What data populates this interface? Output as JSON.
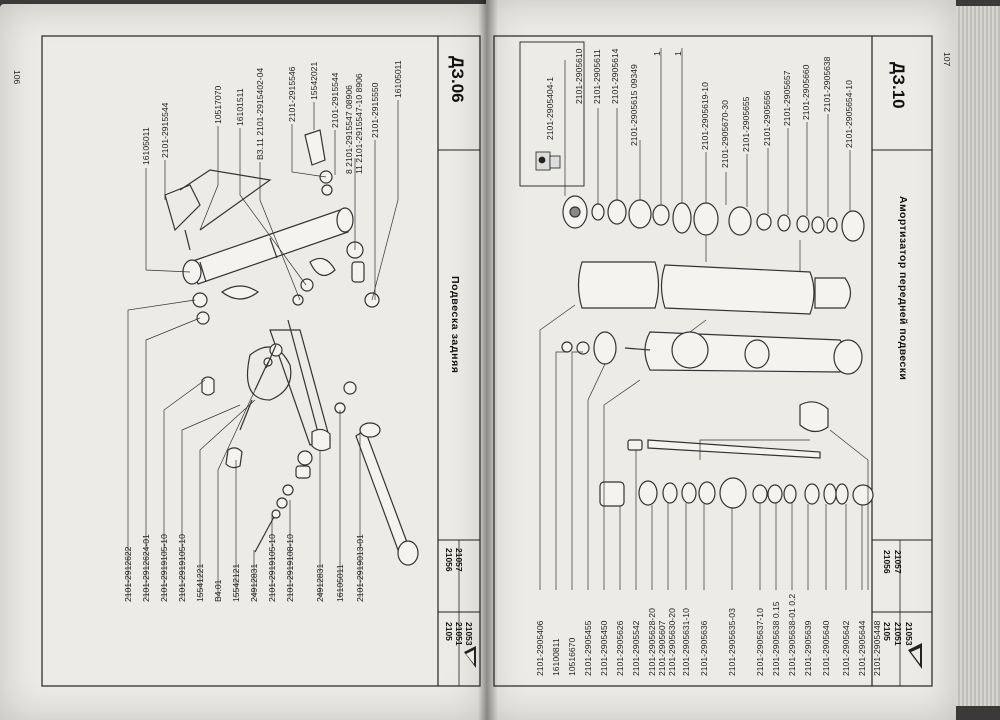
{
  "left_page": {
    "page_number": "106",
    "section_code": "ДЗ.06",
    "section_title": "Подвеска задняя",
    "models_a": [
      "2105",
      "21051",
      "21053"
    ],
    "models_b": [
      "21056",
      "21057"
    ],
    "bottom_labels": [
      "2101-2912622",
      "2101-2912624-01",
      "2101-2919105-10",
      "2101-2919105-10",
      "15541221",
      "В4.01",
      "15542121",
      "24912831",
      "2101-2919105-10",
      "2101-2919108-10",
      "24912831",
      "16105011",
      "2101-2919013-01"
    ],
    "top_labels": [
      "16105011",
      "2101-2915544",
      "10517070",
      "16101511",
      "ВЗ.11 2101-2915402-04",
      "2101-2915546",
      "15542021",
      "2101-2915544",
      "8 2101-2915547 08906",
      "11 2101-2915547-10 8906",
      "2101-2915550",
      "16105011"
    ]
  },
  "right_page": {
    "page_number": "107",
    "section_code": "ДЗ.10",
    "section_title": "Амортизатор передней подвески",
    "models_a": [
      "2105",
      "21051",
      "21053"
    ],
    "models_b": [
      "21056",
      "21057"
    ],
    "top_labels": [
      "2101-2905404-1",
      "2101-2905610",
      "2101-2905611",
      "2101-2905614",
      "2101-2905615 09349",
      "1",
      "1",
      "2101-2905619-10",
      "2101-2905670-30",
      "2101-2905655",
      "2101-2905656",
      "2101-2905657",
      "2101-2905660",
      "2101-2905638",
      "2101-2905654-10"
    ],
    "bottom_labels": [
      "2101-2905406",
      "16100811",
      "10516670",
      "2101-2905455",
      "2101-2905450",
      "2101-2905626",
      "2101-2905542",
      "2101-2905628-20",
      "2101-2905607",
      "2101-2905630-20",
      "2101-2905631-10",
      "2101-2905636",
      "2101-2905635-03",
      "2101-2905637-10",
      "2101-2905638 0.15",
      "2101-2905638-01 0.2",
      "2101-2905639",
      "2101-2905640",
      "2101-2905642",
      "2101-2905644",
      "2101-2905448"
    ]
  }
}
